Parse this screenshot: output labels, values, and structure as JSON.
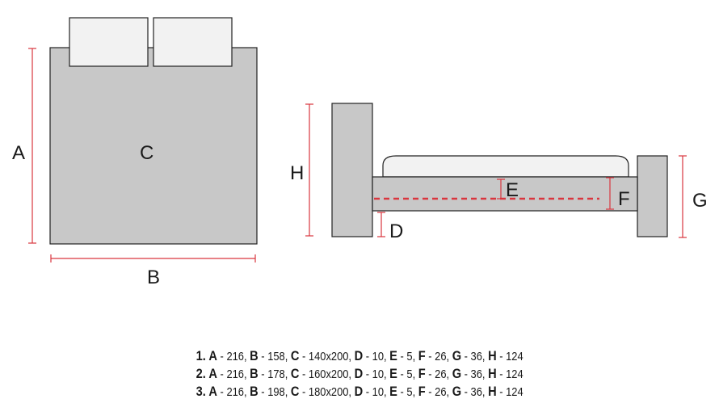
{
  "top_view": {
    "labels": {
      "a": "A",
      "b": "B",
      "c": "C"
    }
  },
  "side_view": {
    "labels": {
      "h": "H",
      "d": "D",
      "e": "E",
      "f": "F",
      "g": "G"
    }
  },
  "specs": [
    {
      "num": "1.",
      "a": "216",
      "b": "158",
      "c": "140x200",
      "d": "10",
      "e": "5",
      "f": "26",
      "g": "36",
      "h": "124"
    },
    {
      "num": "2.",
      "a": "216",
      "b": "178",
      "c": "160x200",
      "d": "10",
      "e": "5",
      "f": "26",
      "g": "36",
      "h": "124"
    },
    {
      "num": "3.",
      "a": "216",
      "b": "198",
      "c": "180x200",
      "d": "10",
      "e": "5",
      "f": "26",
      "g": "36",
      "h": "124"
    }
  ],
  "colors": {
    "frame": "#c8c8c8",
    "pillow": "#f2f2f2",
    "outline": "#222222",
    "dimension": "#d9363e"
  }
}
